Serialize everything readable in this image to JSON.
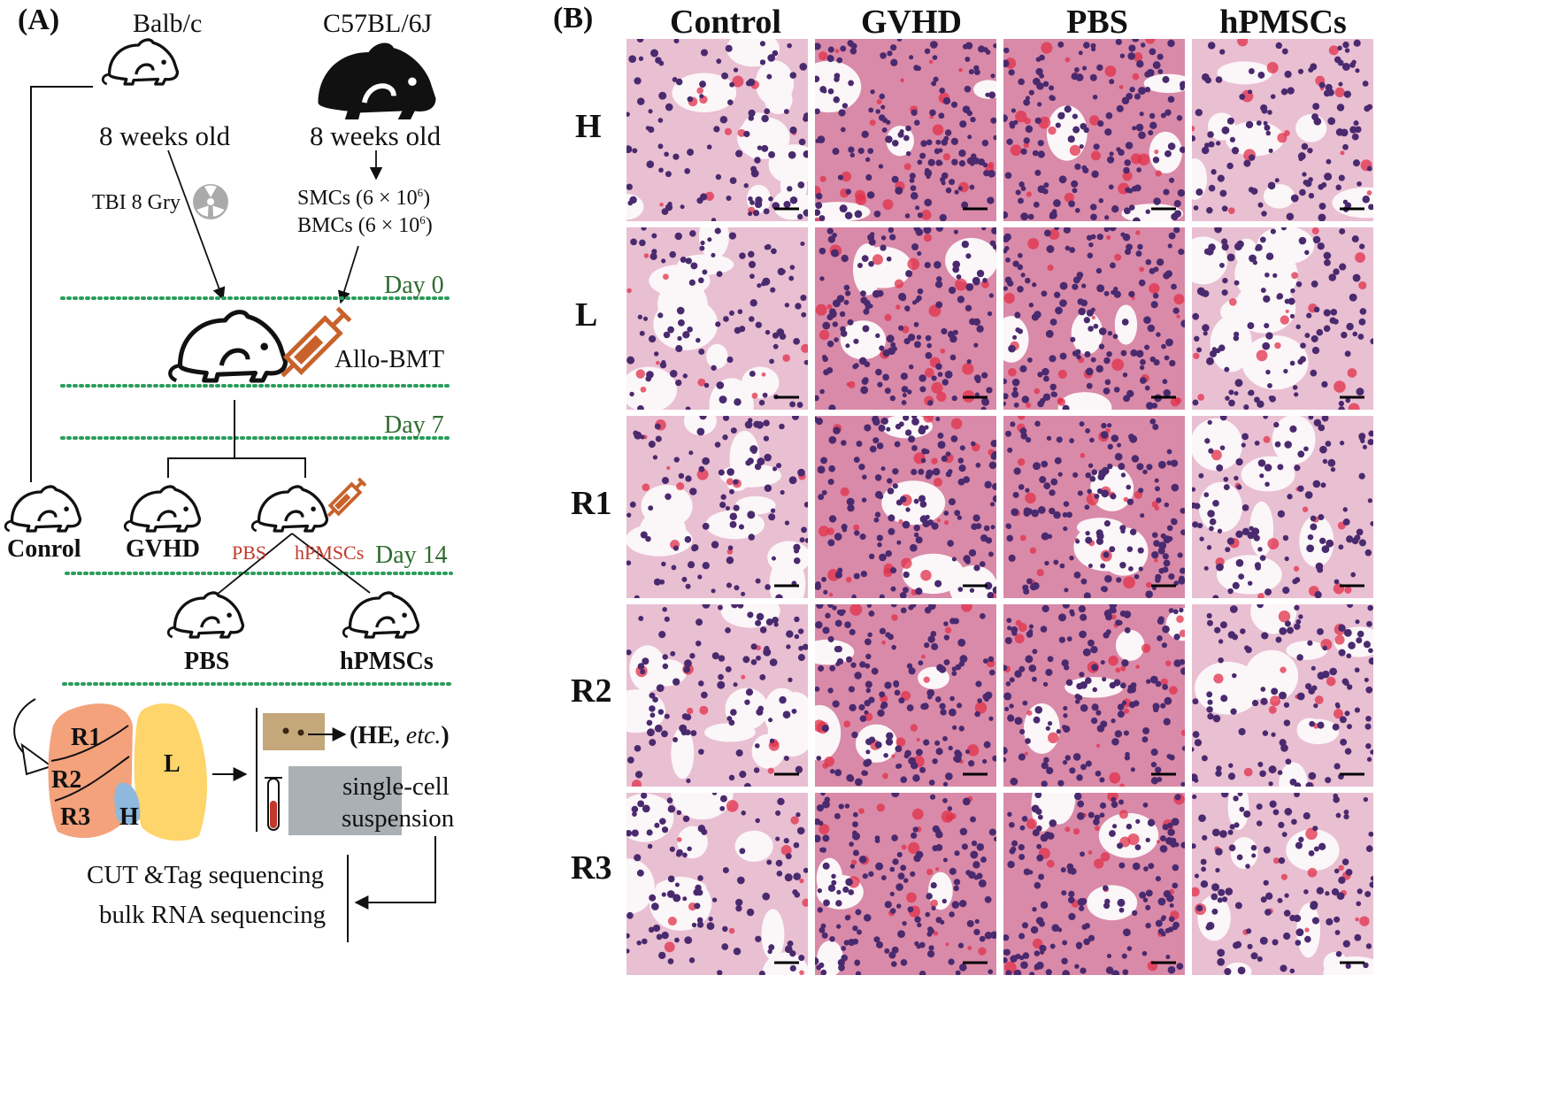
{
  "panel_a": {
    "label": "(A)",
    "donor_left": {
      "strain": "Balb/c",
      "age": "8 weeks old"
    },
    "donor_right": {
      "strain": "C57BL/6J",
      "age": "8 weeks old"
    },
    "tbi": "TBI 8 Gry",
    "cells": {
      "smc": "SMCs (6 × 10",
      "smc_exp": "6",
      "bmc": "BMCs (6 × 10",
      "bmc_exp": "6",
      "close": ")"
    },
    "days": [
      "Day 0",
      "Day 7",
      "Day 14"
    ],
    "procedure": "Allo-BMT",
    "groups": {
      "control": "Conrol",
      "gvhd": "GVHD",
      "pbs": "PBS",
      "hpmscs": "hPMSCs"
    },
    "injections": {
      "pbs": "PBS",
      "hpmscs": "hPMSCs"
    },
    "lung_regions": [
      "R1",
      "R2",
      "R3",
      "H",
      "L"
    ],
    "outputs": {
      "he_prefix": "(HE, ",
      "he_italic": "etc.",
      "he_suffix": ")",
      "single_cell_1": "single-cell",
      "single_cell_2": "suspension"
    },
    "sequencing": [
      "CUT &Tag sequencing",
      "bulk RNA sequencing"
    ]
  },
  "panel_b": {
    "label": "(B)",
    "columns": [
      "Control",
      "GVHD",
      "PBS",
      "hPMSCs"
    ],
    "rows": [
      "H",
      "L",
      "R1",
      "R2",
      "R3"
    ]
  },
  "colors": {
    "green_line": "#2a9d5c",
    "orange": "#c8622a",
    "lung_right": "#f4a27c",
    "lung_left": "#fdd56a",
    "heart": "#8fb8de"
  }
}
